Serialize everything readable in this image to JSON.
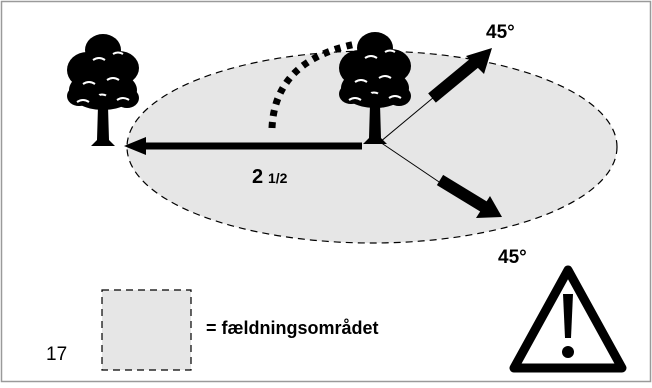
{
  "figure": {
    "number": "17",
    "angle_top": "45°",
    "angle_bottom": "45°",
    "distance_whole": "2",
    "distance_fraction": "1/2",
    "legend_text": "= fældningsområdet"
  },
  "icons": {
    "tree": "deciduous-tree-icon",
    "warning": "warning-triangle-icon"
  },
  "colors": {
    "felling_area": "#e6e6e6",
    "ink": "#000000",
    "frame": "#9a9a9a"
  }
}
